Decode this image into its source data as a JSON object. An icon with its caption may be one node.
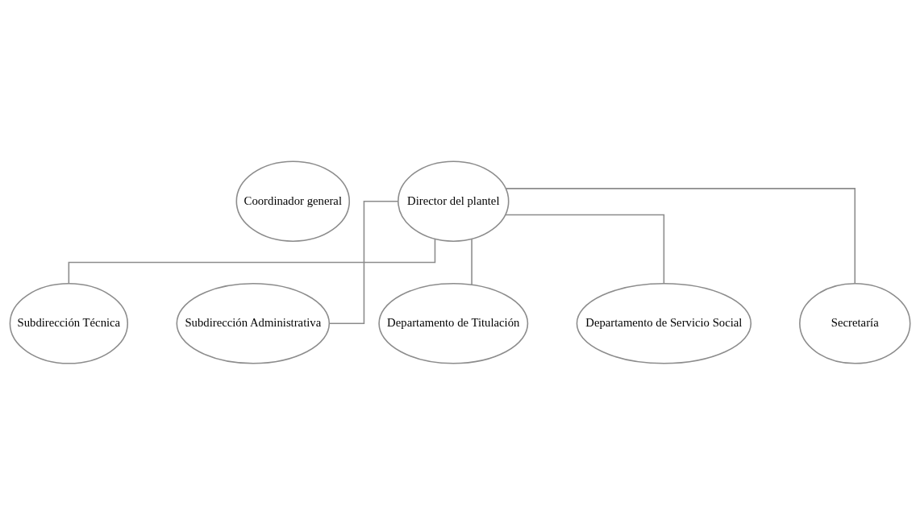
{
  "diagram": {
    "nodes": [
      {
        "text": [
          "Coordinador general"
        ]
      },
      {
        "text": [
          "Director del plantel"
        ]
      },
      {
        "text": [
          "Subdirección Técnica"
        ]
      },
      {
        "text": [
          "Subdirección Administrativa"
        ]
      },
      {
        "text": [
          "Departamento de Titulación"
        ]
      },
      {
        "text": [
          "Departamento de Servicio Social"
        ]
      },
      {
        "text": [
          "Secretaría"
        ]
      }
    ],
    "edges": [
      {
        "from": 1,
        "to": 2,
        "arrow": "none"
      },
      {
        "from": 1,
        "to": 3,
        "arrow": "none"
      },
      {
        "from": 1,
        "to": 4,
        "arrow": "none"
      },
      {
        "from": 1,
        "to": 5,
        "arrow": "none"
      },
      {
        "from": 1,
        "to": 6,
        "arrow": "none"
      }
    ]
  }
}
